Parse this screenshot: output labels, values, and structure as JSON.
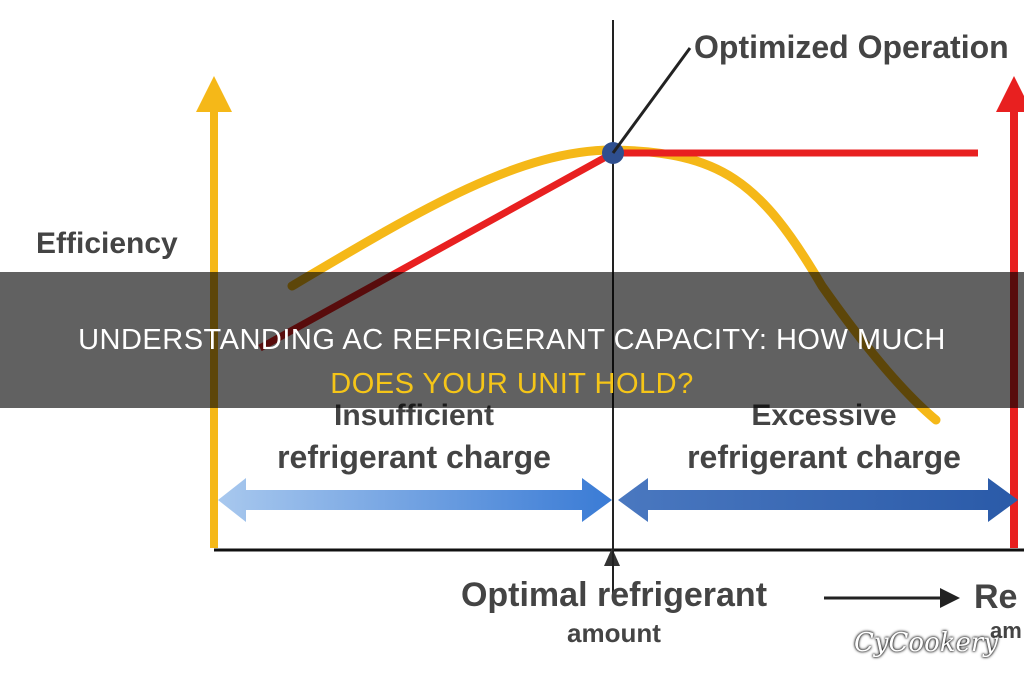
{
  "diagram": {
    "y_axis_label": "Efficiency",
    "optimized_label": "Optimized Operation",
    "left_region_label": [
      "Insufficient",
      "refrigerant charge"
    ],
    "right_region_label": [
      "Excessive",
      "refrigerant charge"
    ],
    "optimal_label": [
      "Optimal refrigerant",
      "amount"
    ],
    "x_axis_label": "Re",
    "x_axis_label_2": "am",
    "colors": {
      "yellow_series": "#f5b818",
      "red_series": "#e82020",
      "left_arrow": "#6aa0dc",
      "right_arrow": "#3868b0",
      "optimal_point": "#2f4f8f"
    }
  },
  "overlay": {
    "title_line1": "UNDERSTANDING AC REFRIGERANT CAPACITY: HOW MUCH",
    "title_line2": "DOES YOUR UNIT HOLD?"
  },
  "watermark": {
    "text": "CyCookery"
  }
}
